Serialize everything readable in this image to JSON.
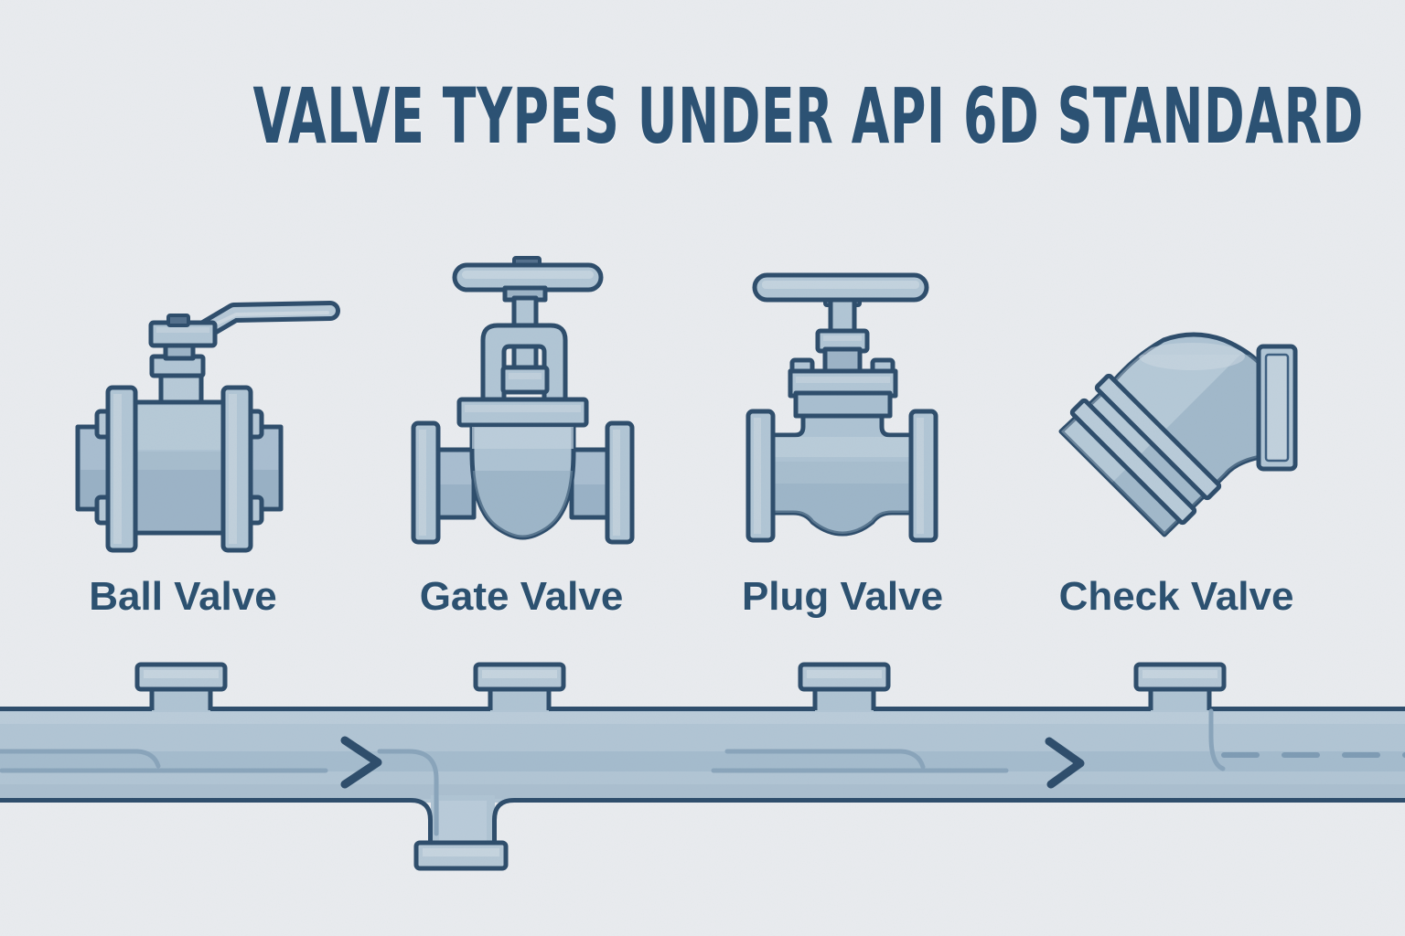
{
  "title": "VALVE TYPES UNDER API 6D STANDARD",
  "valves": [
    {
      "id": "ball-valve",
      "label": "Ball Valve"
    },
    {
      "id": "gate-valve",
      "label": "Gate Valve"
    },
    {
      "id": "plug-valve",
      "label": "Plug Valve"
    },
    {
      "id": "check-valve",
      "label": "Check Valve"
    }
  ],
  "pipeline": {
    "flow_direction": "left-to-right",
    "riser_count": 4,
    "down_branch_count": 1,
    "flow_arrow_count": 2,
    "dashed_centerline": "right-end"
  },
  "palette": {
    "background": "#eaecef",
    "outline": "#2e4d6b",
    "fill_light": "#c6d4e0",
    "fill_main": "#aec3d3",
    "fill_mid": "#9db4c6",
    "fill_dark": "#8ca6bb",
    "pipe_fill": "#b2c5d4",
    "flow_band": "#a3bacc",
    "dash_line": "#7f9cb4",
    "text": "#2b5173"
  }
}
